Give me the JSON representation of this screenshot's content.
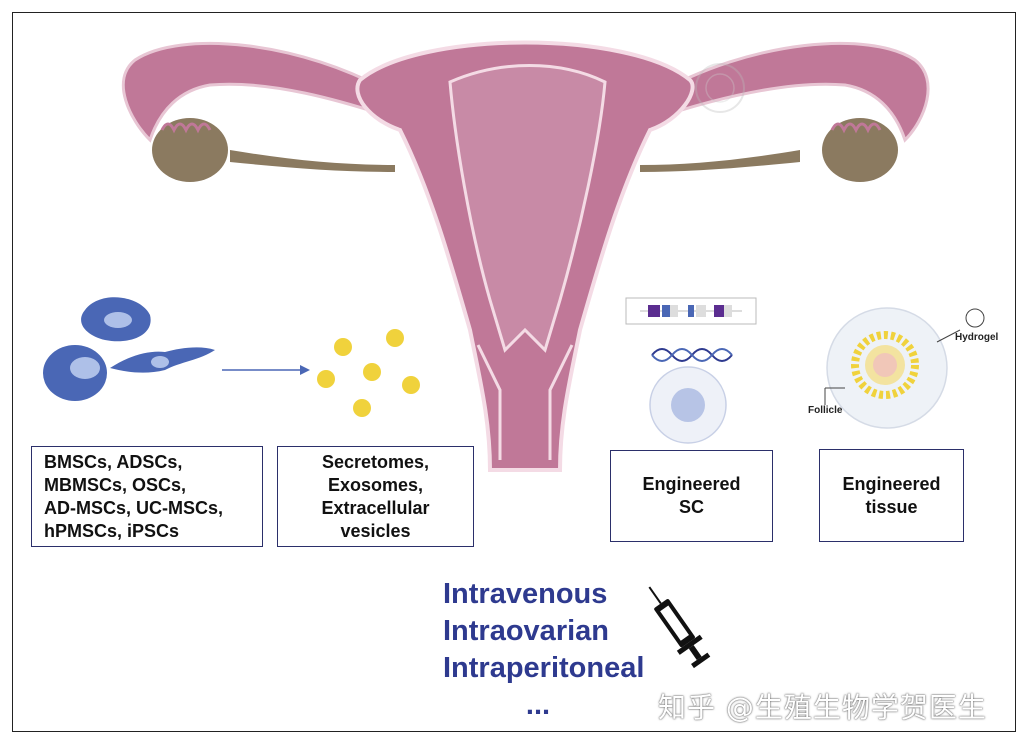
{
  "boxes": {
    "cells": [
      "BMSCs, ADSCs,",
      "MBMSCs, OSCs,",
      "AD-MSCs, UC-MSCs,",
      "hPMSCs, iPSCs"
    ],
    "secretomes": [
      "Secretomes,",
      "Exosomes,",
      "Extracellular",
      "vesicles"
    ],
    "engineered_sc": [
      "Engineered",
      "SC"
    ],
    "engineered_tissue": [
      "Engineered",
      "tissue"
    ]
  },
  "labels": {
    "hydrogel": "Hydrogel",
    "follicle": "Follicle"
  },
  "routes": [
    "Intravenous",
    "Intraovarian",
    "Intraperitoneal",
    "..."
  ],
  "watermark": "知乎 @生殖生物学贺医生",
  "colors": {
    "uterus": "#c07898",
    "uterus_outline": "#b05080",
    "ovary": "#8b7a60",
    "cells": "#4a67b5",
    "vesicles": "#f0d23c",
    "route_text": "#2e3a8f"
  },
  "icons": {
    "syringe": "syringe-icon",
    "arrow": "right-arrow-icon",
    "dna": "dna-helix-icon"
  }
}
